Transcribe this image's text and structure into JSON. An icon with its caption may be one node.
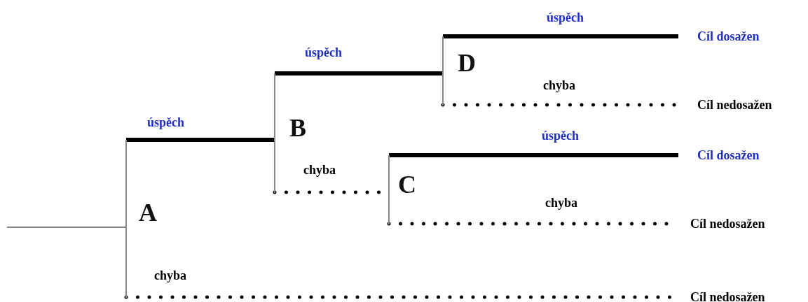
{
  "diagram": {
    "nodes": [
      {
        "text": [
          "A"
        ]
      },
      {
        "text": [
          "B"
        ]
      },
      {
        "text": [
          "C"
        ]
      },
      {
        "text": [
          "D"
        ]
      },
      {
        "text": [
          "Cíl dosažen"
        ]
      },
      {
        "text": [
          "Cíl nedosažen"
        ]
      },
      {
        "text": [
          "Cíl dosažen"
        ]
      },
      {
        "text": [
          "Cíl nedosažen"
        ]
      },
      {
        "text": [
          "Cíl nedosažen"
        ]
      }
    ],
    "edges": [
      {
        "from": null,
        "to": 0,
        "arrow": "none",
        "color": "#888888"
      },
      {
        "from": 0,
        "to": 1,
        "arrow": "none",
        "label": "úspěch"
      },
      {
        "from": 1,
        "to": 3,
        "arrow": "none",
        "label": "úspěch"
      },
      {
        "from": 3,
        "to": 4,
        "arrow": "none",
        "label": "úspěch"
      },
      {
        "from": 3,
        "to": 5,
        "arrow": "none",
        "label": "chyba",
        "style": "dashed"
      },
      {
        "from": 1,
        "to": 2,
        "arrow": "none",
        "label": "chyba",
        "style": "dashed"
      },
      {
        "from": 2,
        "to": 6,
        "arrow": "none",
        "label": "úspěch"
      },
      {
        "from": 2,
        "to": 7,
        "arrow": "none",
        "label": "chyba",
        "style": "dashed"
      },
      {
        "from": 0,
        "to": 8,
        "arrow": "none",
        "label": "chyba",
        "style": "dashed"
      }
    ]
  }
}
